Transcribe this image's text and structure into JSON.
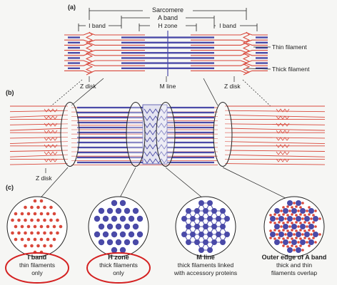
{
  "panel_labels": [
    "(a)",
    "(b)",
    "(c)"
  ],
  "panel_a": {
    "sarcomere": "Sarcomere",
    "a_band": "A band",
    "i_band_left": "I band",
    "h_zone": "H zone",
    "i_band_right": "I band",
    "thin_filament": "Thin filament",
    "thick_filament": "Thick filament",
    "z_disk_left": "Z disk",
    "m_line": "M line",
    "z_disk_right": "Z disk"
  },
  "panel_b": {
    "z_disk": "Z disk"
  },
  "panel_c": {
    "sections": [
      {
        "title": "I band",
        "desc_line1": "thin filaments",
        "desc_line2": "only",
        "circled": true
      },
      {
        "title": "H zone",
        "desc_line1": "thick filaments",
        "desc_line2": "only",
        "circled": true
      },
      {
        "title": "M line",
        "desc_line1": "thick filaments linked",
        "desc_line2": "with accessory proteins",
        "circled": false
      },
      {
        "title": "Outer edge of A band",
        "desc_line1": "thick and thin",
        "desc_line2": "filaments overlap",
        "circled": false
      }
    ]
  },
  "colors": {
    "thin": "#d9483b",
    "thick": "#4a4aa8",
    "highlight": "#d42020",
    "ink": "#222222"
  }
}
